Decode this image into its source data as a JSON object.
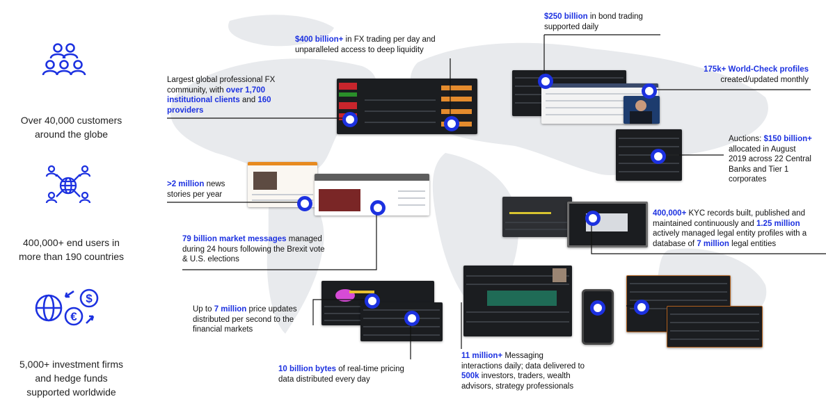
{
  "stats": [
    {
      "line1": "Over 40,000 customers",
      "line2": "around the globe",
      "icon": "people-group-icon"
    },
    {
      "line1": "400,000+ end users in",
      "line2": "more than 190 countries",
      "icon": "network-globe-users-icon"
    },
    {
      "line1": "5,000+ investment firms",
      "line2": "and hedge funds",
      "line3": "supported worldwide",
      "icon": "currency-exchange-icon"
    }
  ],
  "callouts": {
    "fx_trading": {
      "b1": "$400 billion+",
      "t1": " in FX trading per day and",
      "t2": "unparalleled access to deep liquidity"
    },
    "fx_community": {
      "t1": "Largest global professional FX",
      "t2": "community, with ",
      "b1": "over 1,700",
      "b2": "institutional clients",
      "t3": " and ",
      "b3": "160",
      "b4": "providers"
    },
    "bond": {
      "b1": "$250 billion",
      "t1": " in bond trading",
      "t2": "supported daily"
    },
    "worldcheck": {
      "b1": "175k+ World-Check profiles",
      "t1": "created/updated monthly"
    },
    "auctions": {
      "t1": "Auctions: ",
      "b1": "$150 billion+",
      "t2": "allocated in August",
      "t3": "2019  across 22 Central",
      "t4": "Banks and Tier 1",
      "t5": "corporates"
    },
    "news": {
      "b1": ">2 million",
      "t1": " news",
      "t2": "stories per year"
    },
    "kyc": {
      "b1": "400,000+",
      "t1": " KYC records built, published and",
      "t2": "maintained continuously and ",
      "b2": "1.25 million",
      "t3": "actively managed legal entity profiles with a",
      "t4": "database of ",
      "b3": "7 million",
      "t5": " legal entities"
    },
    "market_messages": {
      "b1": "79 billion market messages",
      "t1": " managed",
      "t2": "during 24 hours following the Brexit vote",
      "t3": "& U.S. elections"
    },
    "price_updates": {
      "t1": "Up to ",
      "b1": "7 million",
      "t2": " price updates",
      "t3": "distributed per second to the",
      "t4": "financial markets"
    },
    "realtime": {
      "b1": "10 billion bytes",
      "t1": " of real-time pricing",
      "t2": "data distributed every day"
    },
    "messaging": {
      "b1": "11 million+",
      "t1": " Messaging",
      "t2": "interactions daily; data delivered to",
      "b2": "500k",
      "t3": " investors, traders, wealth",
      "t4": "advisors, strategy professionals"
    }
  },
  "colors": {
    "accent": "#1c31e0",
    "text": "#111111",
    "map": "#e7e9ec"
  }
}
